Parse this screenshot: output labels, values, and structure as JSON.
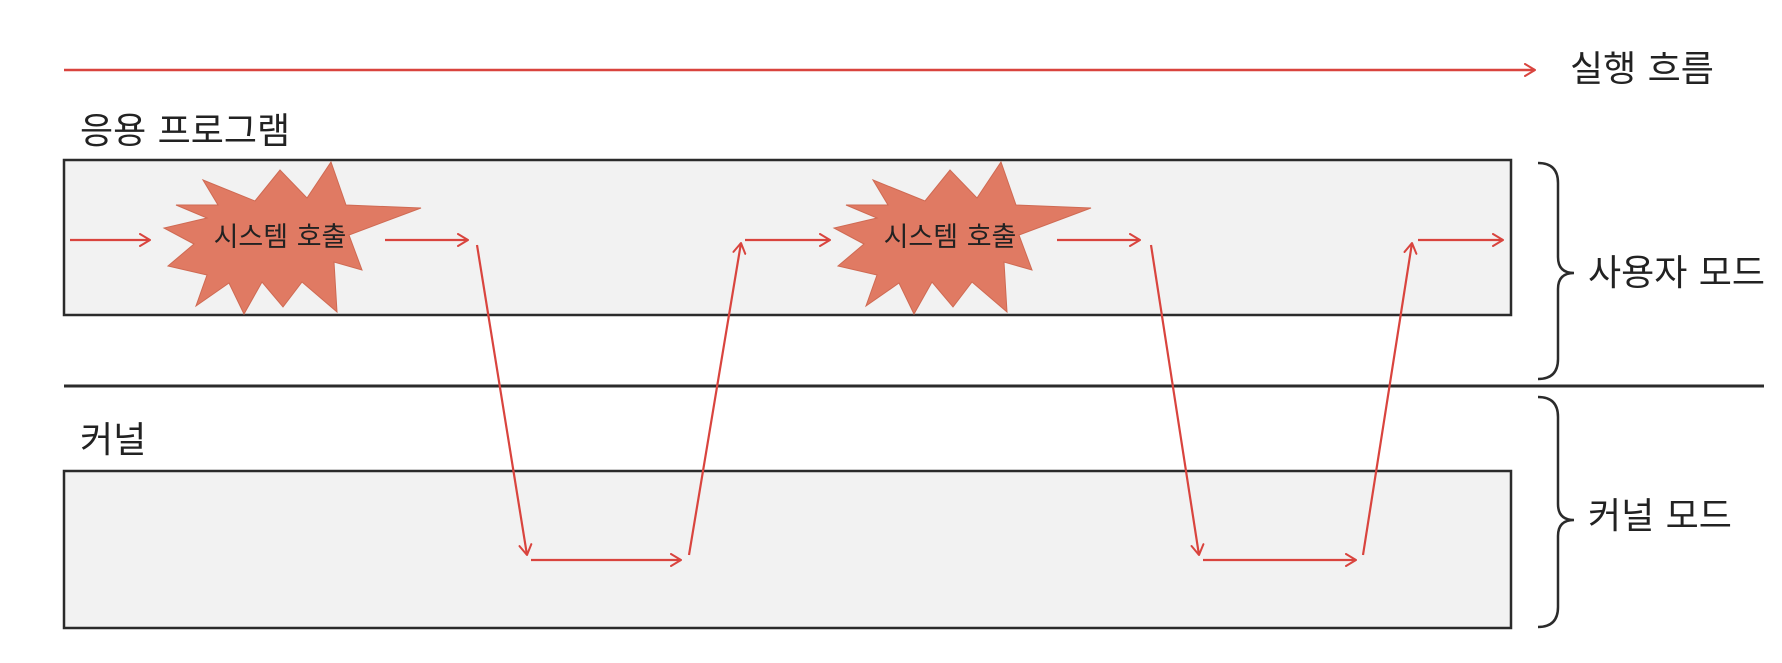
{
  "labels": {
    "execution_flow": "실행 흐름",
    "application": "응용 프로그램",
    "kernel": "커널",
    "user_mode": "사용자 모드",
    "kernel_mode": "커널 모드"
  },
  "system_calls": [
    {
      "label": "시스템 호출"
    },
    {
      "label": "시스템 호출"
    }
  ],
  "colors": {
    "arrow": "#d9443e",
    "burst_fill": "#e07a63",
    "band_fill": "#f2f2f2",
    "border": "#2b2b2b"
  }
}
